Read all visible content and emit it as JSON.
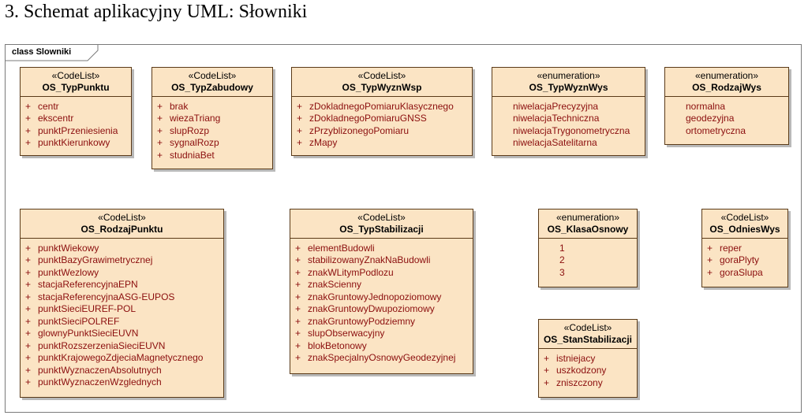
{
  "heading": "3. Schemat aplikacyjny UML: Słowniki",
  "diagram": {
    "frame_label": "class Slowniki",
    "classes": [
      {
        "stereotype": "«CodeList»",
        "name": "OS_TypPunktu",
        "visibility": "+",
        "attributes": [
          "centr",
          "ekscentr",
          "punktPrzeniesienia",
          "punktKierunkowy"
        ]
      },
      {
        "stereotype": "«CodeList»",
        "name": "OS_TypZabudowy",
        "visibility": "+",
        "attributes": [
          "brak",
          "wiezaTriang",
          "slupRozp",
          "sygnalRozp",
          "studniaBet"
        ]
      },
      {
        "stereotype": "«CodeList»",
        "name": "OS_TypWyznWsp",
        "visibility": "+",
        "attributes": [
          "zDokladnegoPomiaruKlasycznego",
          "zDokladnegoPomiaruGNSS",
          "zPrzyblizonegoPomiaru",
          "zMapy"
        ]
      },
      {
        "stereotype": "«enumeration»",
        "name": "OS_TypWyznWys",
        "visibility": "",
        "attributes": [
          "niwelacjaPrecyzyjna",
          "niwelacjaTechniczna",
          "niwelacjaTrygonometryczna",
          "niwelacjaSatelitarna"
        ]
      },
      {
        "stereotype": "«enumeration»",
        "name": "OS_RodzajWys",
        "visibility": "",
        "attributes": [
          "normalna",
          "geodezyjna",
          "ortometryczna"
        ]
      },
      {
        "stereotype": "«CodeList»",
        "name": "OS_RodzajPunktu",
        "visibility": "+",
        "attributes": [
          "punktWiekowy",
          "punktBazyGrawimetrycznej",
          "punktWezlowy",
          "stacjaReferencyjnaEPN",
          "stacjaReferencyjnaASG-EUPOS",
          "punktSieciEUREF-POL",
          "punktSieciPOLREF",
          "glownyPunktSieciEUVN",
          "punktRozszerzeniaSieciEUVN",
          "punktKrajowegoZdjeciaMagnetycznego",
          "punktWyznaczenAbsolutnych",
          "punktWyznaczenWzglednych"
        ]
      },
      {
        "stereotype": "«CodeList»",
        "name": "OS_TypStabilizacji",
        "visibility": "+",
        "attributes": [
          "elementBudowli",
          "stabilizowanyZnakNaBudowli",
          "znakWLitymPodlozu",
          "znakScienny",
          "znakGruntowyJednopoziomowy",
          "znakGruntowyDwupoziomowy",
          "znakGruntowyPodziemny",
          "slupObserwacyjny",
          "blokBetonowy",
          "znakSpecjalnyOsnowyGeodezyjnej"
        ]
      },
      {
        "stereotype": "«enumeration»",
        "name": "OS_KlasaOsnowy",
        "visibility": "",
        "attributes": [
          "1",
          "2",
          "3"
        ]
      },
      {
        "stereotype": "«CodeList»",
        "name": "OS_OdniesWys",
        "visibility": "+",
        "attributes": [
          "reper",
          "goraPlyty",
          "goraSlupa"
        ]
      },
      {
        "stereotype": "«CodeList»",
        "name": "OS_StanStabilizacji",
        "visibility": "+",
        "attributes": [
          "istniejacy",
          "uszkodzony",
          "zniszczony"
        ]
      }
    ]
  }
}
